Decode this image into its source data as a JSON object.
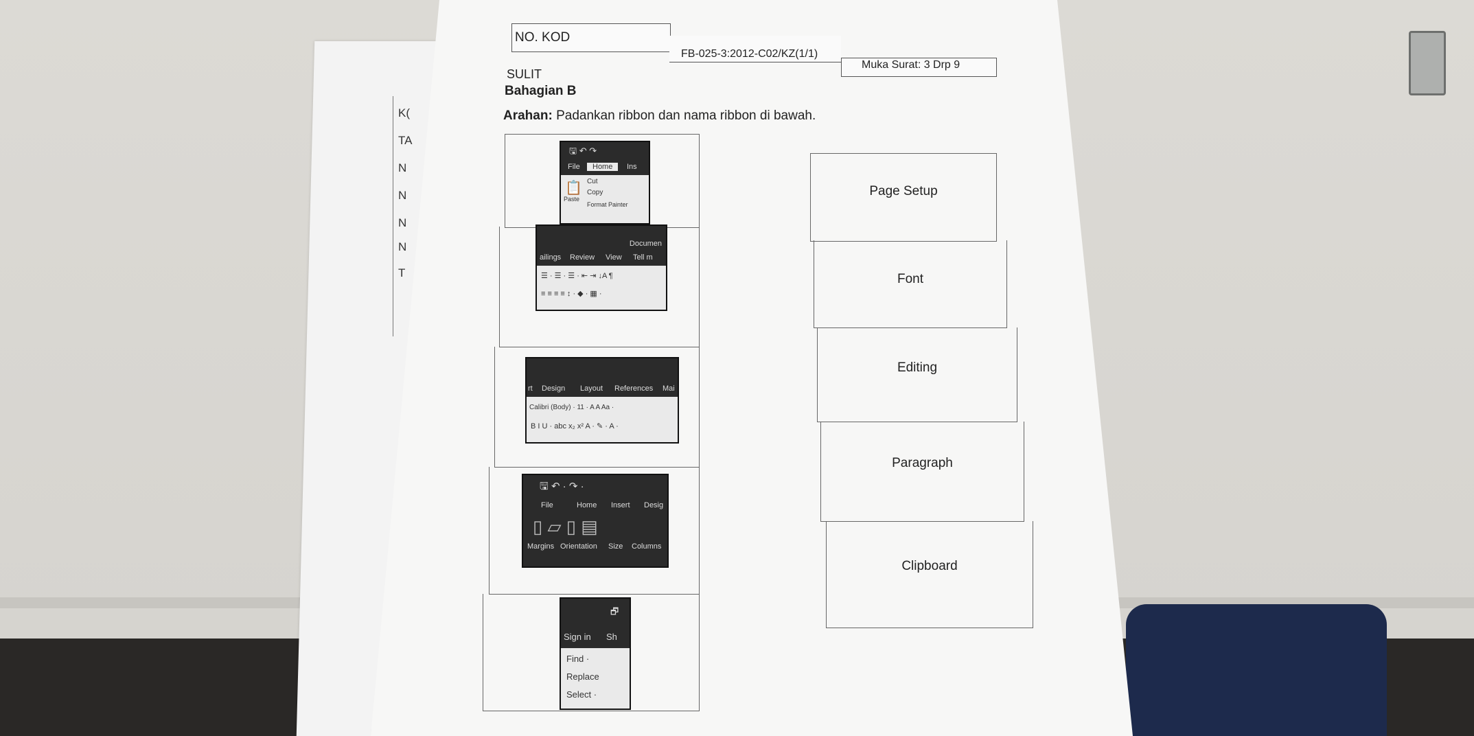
{
  "header": {
    "no_kod": "NO. KOD",
    "form_code": "FB-025-3:2012-C02/KZ(1/1)",
    "page": "Muka Surat:  3 Drp 9"
  },
  "sulit": "SULIT",
  "section": "Bahagian B",
  "instruction_label": "Arahan:",
  "instruction_text": " Padankan ribbon dan nama ribbon di bawah.",
  "back_sheet_letters": [
    "K(",
    "TA",
    "N",
    "N",
    "N",
    "N",
    "T"
  ],
  "ribbons": [
    {
      "name": "clipboard-ribbon",
      "tabs": [
        "File",
        "Home",
        "Ins"
      ],
      "lines": [
        "Cut",
        "Copy",
        "Paste",
        "Format Painter"
      ]
    },
    {
      "name": "paragraph-ribbon",
      "tabs": [
        "ailings",
        "Review",
        "View",
        "Tell m"
      ],
      "title": "Documen",
      "lines": [
        "☰ · ☰ · ☰ ·  ⇤ ⇥  ↓A  ¶",
        "≡ ≡ ≡ ≡  ↕ ·  ◆ · ▦ ·"
      ]
    },
    {
      "name": "font-ribbon",
      "tabs": [
        "rt",
        "Design",
        "Layout",
        "References",
        "Mai"
      ],
      "lines": [
        "Calibri (Body) · 11 ·  A  A  Aa ·",
        "B  I  U · abc  x₂  x²  A ·  ✎ ·  A ·"
      ]
    },
    {
      "name": "page-setup-ribbon",
      "tabs": [
        "File",
        "Home",
        "Insert",
        "Desig"
      ],
      "lines": [
        "Margins",
        "Orientation",
        "Size",
        "Columns"
      ]
    },
    {
      "name": "editing-ribbon",
      "tabs": [
        "Sign in",
        "Sh"
      ],
      "lines": [
        "Find ·",
        "Replace",
        "Select ·"
      ]
    }
  ],
  "ribbon_names": [
    "Page Setup",
    "Font",
    "Editing",
    "Paragraph",
    "Clipboard"
  ]
}
